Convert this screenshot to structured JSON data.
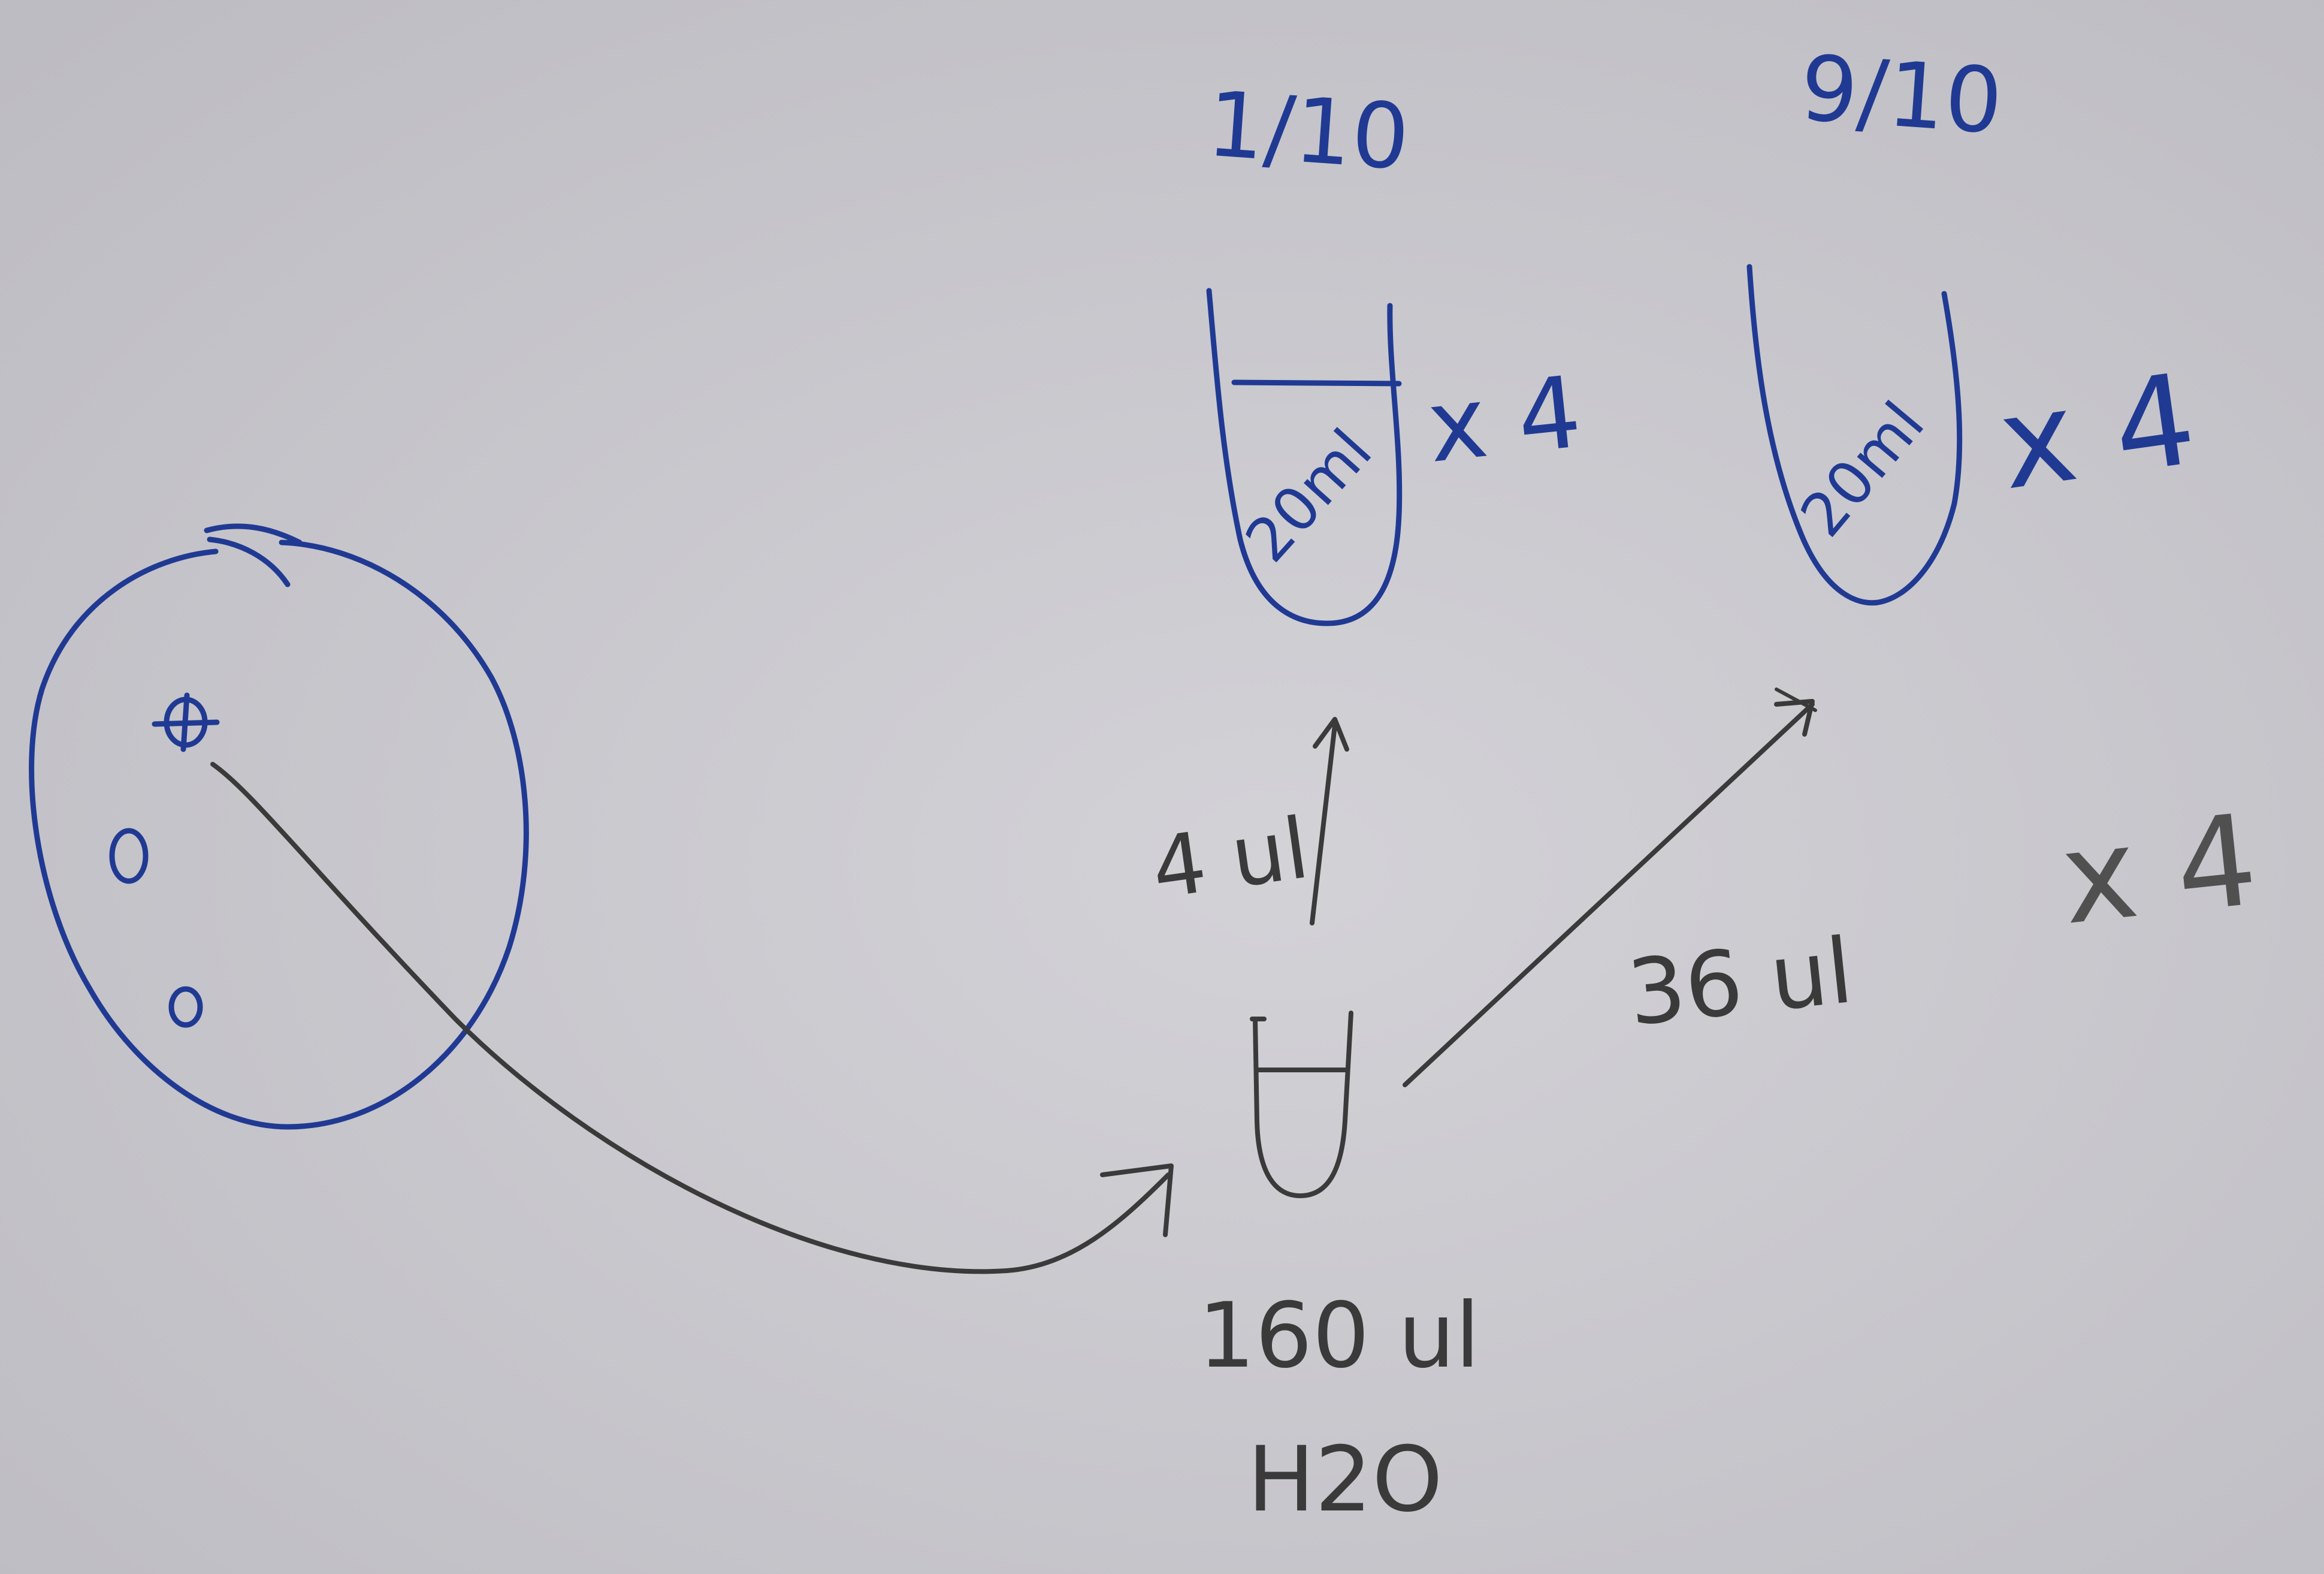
{
  "colors": {
    "paper": "#c9c8cd",
    "blue_ink": "#203a93",
    "black_ink": "#3a3a3a"
  },
  "labels": {
    "ratio_left": "1/10",
    "ratio_right": "9/10",
    "tube_left_volume": "20ml",
    "tube_right_volume": "20ml",
    "multiplier_left": "x 4",
    "multiplier_right": "x 4",
    "multiplier_overall": "x 4",
    "transfer_small": "4 ul",
    "transfer_large": "36 ul",
    "water_volume": "160 ul",
    "water_label": "H2O"
  }
}
